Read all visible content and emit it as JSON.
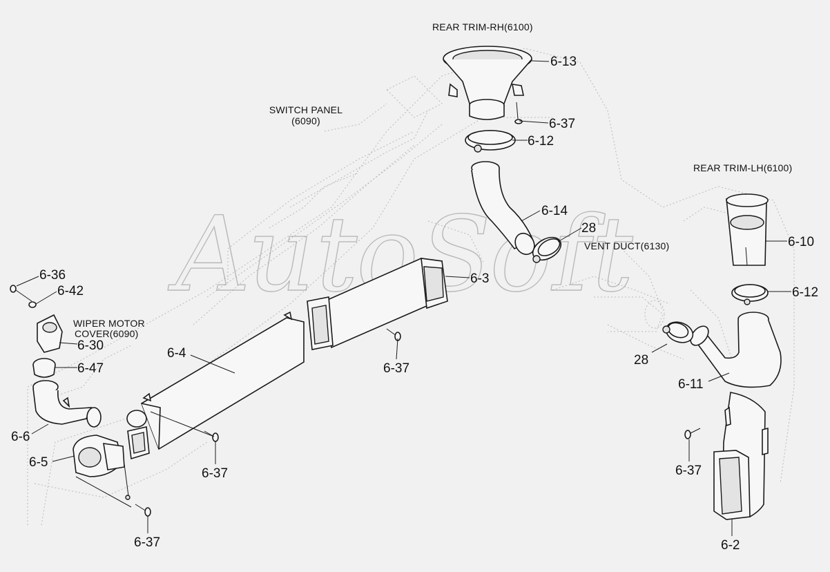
{
  "titles": {
    "rear_trim_rh": "REAR TRIM-RH(6100)",
    "switch_panel_line1": "SWITCH PANEL",
    "switch_panel_line2": "(6090)",
    "rear_trim_lh": "REAR TRIM-LH(6100)",
    "vent_duct": "VENT DUCT(6130)",
    "wiper_motor_line1": "WIPER MOTOR",
    "wiper_motor_line2": "COVER(6090)"
  },
  "callouts": {
    "c_6_13": "6-13",
    "c_6_37_top": "6-37",
    "c_6_12_top": "6-12",
    "c_6_14": "6-14",
    "c_28_top": "28",
    "c_6_10": "6-10",
    "c_6_12_right": "6-12",
    "c_6_3": "6-3",
    "c_6_37_mid": "6-37",
    "c_28_right": "28",
    "c_6_11": "6-11",
    "c_6_36": "6-36",
    "c_6_42": "6-42",
    "c_6_30": "6-30",
    "c_6_47": "6-47",
    "c_6_4": "6-4",
    "c_6_6": "6-6",
    "c_6_5": "6-5",
    "c_6_37_left_mid": "6-37",
    "c_6_37_bottom": "6-37",
    "c_6_37_right": "6-37",
    "c_6_2": "6-2"
  },
  "watermark": "AutoSoft"
}
